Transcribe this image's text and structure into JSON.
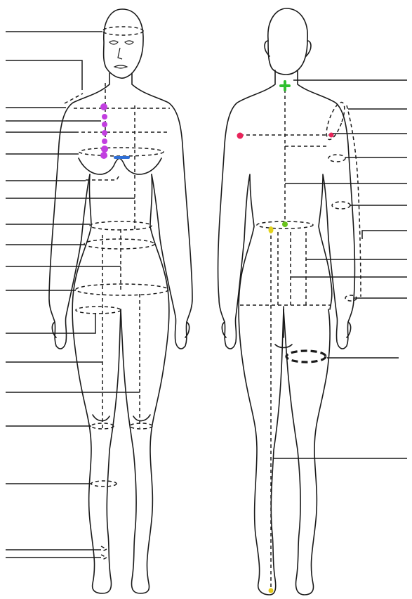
{
  "figure": {
    "description_labels_visible": false
  },
  "colors": {
    "outline": "#1a1a1a",
    "background": "#ffffff",
    "neck_point_dots": "#c23fe0",
    "bust_point_bar": "#2f6fd6",
    "back_neck_point": "#2fbf2f",
    "shoulder_point": "#e8245a",
    "waist_back_point": "#69c21d",
    "waist_side_point": "#e3d21a",
    "floor_point": "#e3c81a"
  },
  "views": [
    {
      "id": "front",
      "name": "front-view"
    },
    {
      "id": "back",
      "name": "back-view"
    }
  ],
  "front_leaders": {
    "count": 19
  },
  "back_leaders": {
    "count": 12
  }
}
